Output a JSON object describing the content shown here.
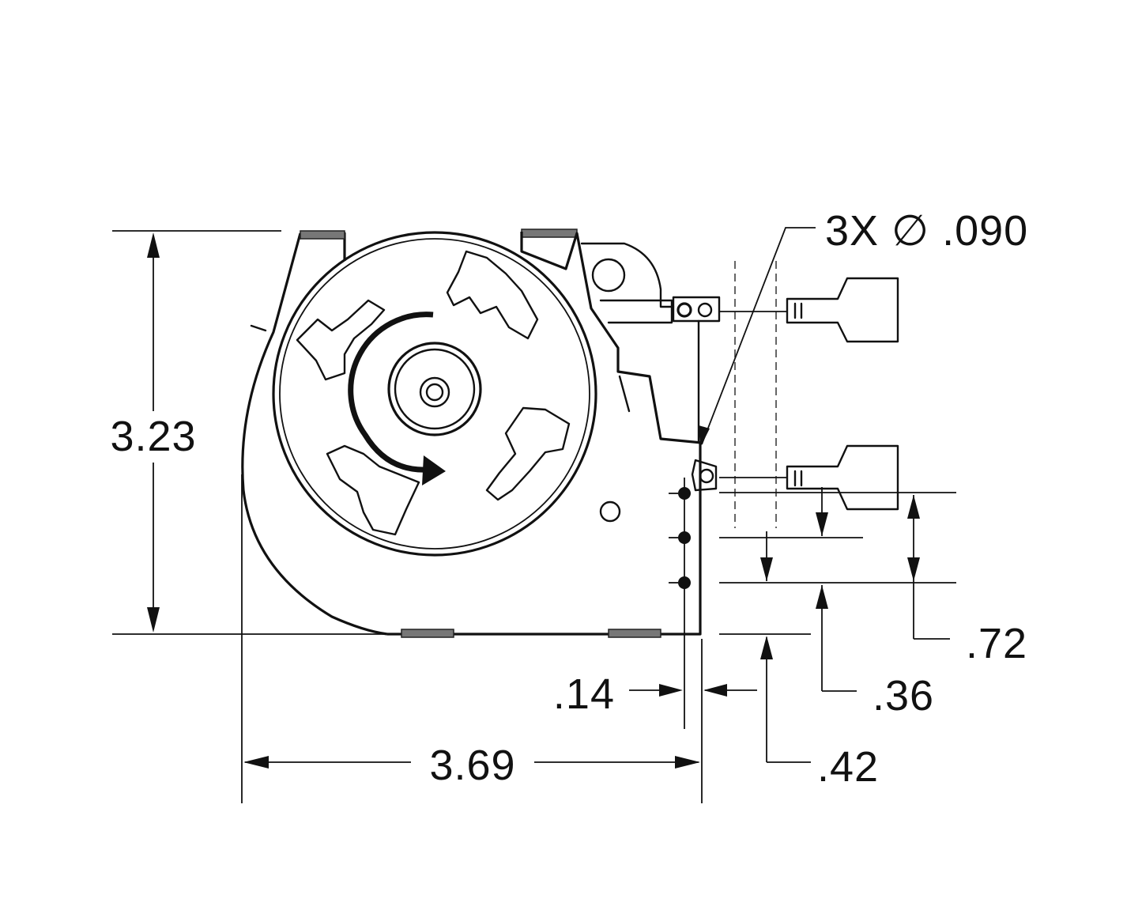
{
  "dimensions": {
    "height": "3.23",
    "width": "3.69",
    "offset_small": ".14",
    "spacing_36": ".36",
    "spacing_42": ".42",
    "spacing_72": ".72",
    "hole_callout": "3X ∅ .090"
  },
  "colors": {
    "line": "#111111",
    "pad": "#777777",
    "background": "#ffffff"
  },
  "icons": {
    "rotation": "rotation-arrow-icon",
    "diameter": "diameter-symbol"
  }
}
